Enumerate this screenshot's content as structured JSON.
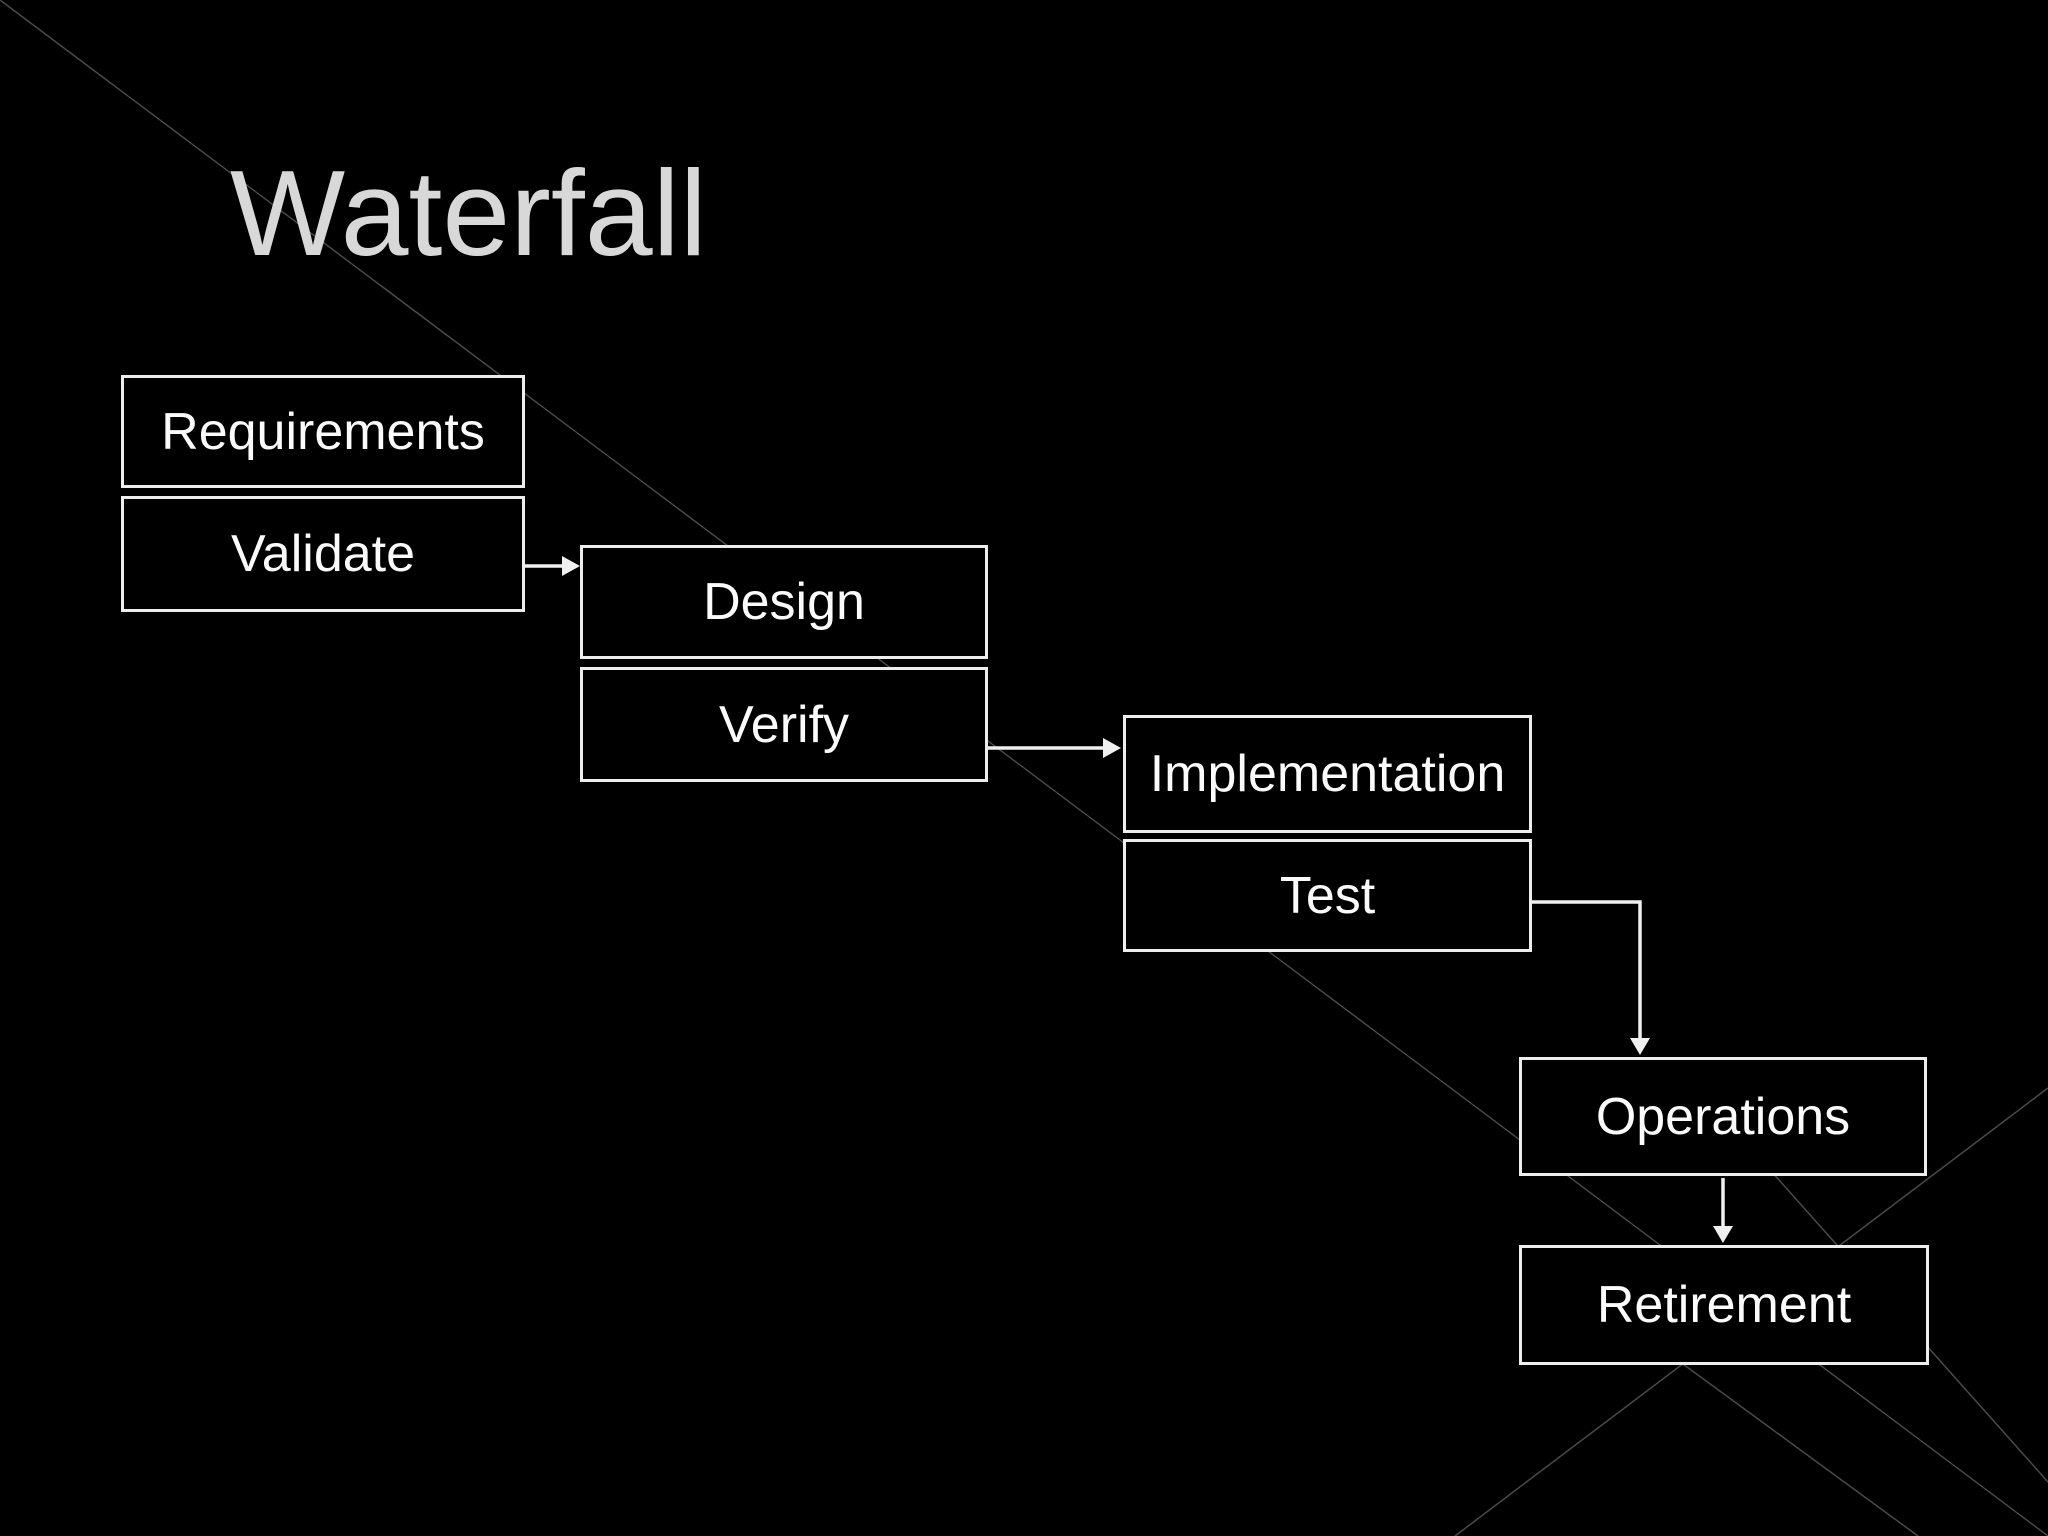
{
  "slide": {
    "title": "Waterfall",
    "background_color": "#000000",
    "title_color": "#d8d8d8",
    "box_border_color": "#ededed",
    "box_text_color": "#fbfbfb",
    "arrow_color": "#f0f0f0",
    "decor_line_color": "#575757"
  },
  "stages": {
    "requirements": "Requirements",
    "validate": "Validate",
    "design": "Design",
    "verify": "Verify",
    "implementation": "Implementation",
    "test": "Test",
    "operations": "Operations",
    "retirement": "Retirement"
  },
  "flow": [
    {
      "from": "Validate",
      "to": "Design"
    },
    {
      "from": "Verify",
      "to": "Implementation"
    },
    {
      "from": "Test",
      "to": "Operations"
    },
    {
      "from": "Operations",
      "to": "Retirement"
    }
  ]
}
